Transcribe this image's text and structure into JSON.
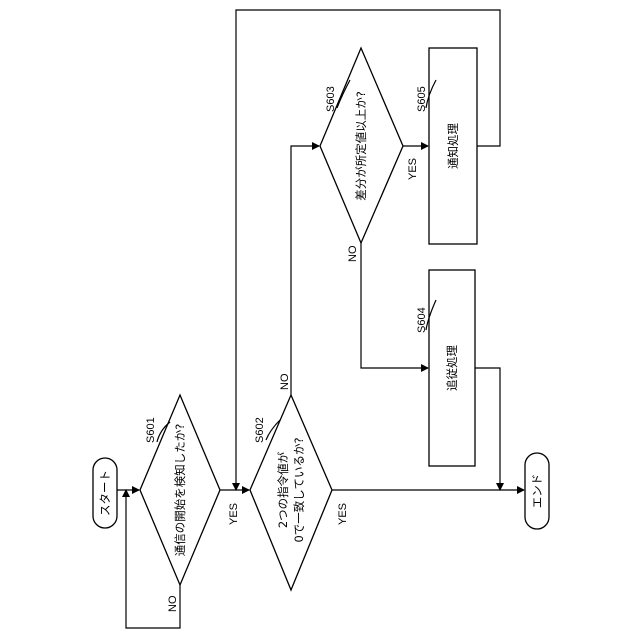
{
  "nodes": {
    "start": {
      "text": "スタート"
    },
    "end": {
      "text": "エンド"
    },
    "s601": {
      "step": "S601",
      "text": "通信の開始を検知したか?"
    },
    "s602": {
      "step": "S602",
      "lines": [
        "2つの指令値が",
        "0で一致しているか?"
      ]
    },
    "s603": {
      "step": "S603",
      "text": "差分が所定値以上か?"
    },
    "s604": {
      "step": "S604",
      "text": "追従処理"
    },
    "s605": {
      "step": "S605",
      "text": "通知処理"
    }
  },
  "branch_labels": {
    "yes": "YES",
    "no": "NO"
  }
}
